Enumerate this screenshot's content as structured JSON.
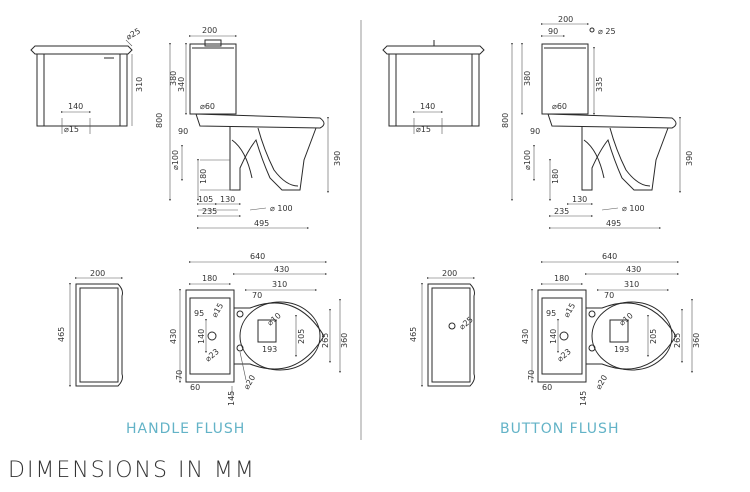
{
  "colors": {
    "line": "#2a2a2a",
    "dim": "#555555",
    "accent": "#63b3c7",
    "divider": "#999999"
  },
  "variants": [
    {
      "label": "HANDLE FLUSH",
      "tank_top_diameter": "⌀25",
      "tank_depth_label": "340",
      "second_dim": null
    },
    {
      "label": "BUTTON FLUSH",
      "tank_top_diameter": "⌀ 25",
      "tank_depth_label": "335",
      "second_dim": "90"
    }
  ],
  "dims": {
    "tank_front": {
      "height": "310",
      "spacing": "140",
      "hole": "⌀15"
    },
    "side": {
      "tank_width": "200",
      "tank_height": "380",
      "overall_height": "800",
      "inlet": "⌀60",
      "offset": "90",
      "outlet": "⌀100",
      "outlet_height": "180",
      "bowl_height": "390",
      "b105": "105",
      "b130": "130",
      "b235": "235",
      "b495": "495",
      "pipe": "⌀ 100"
    },
    "plan": {
      "tank_width": "200",
      "tank_depth": "465",
      "overall_width": "640",
      "w430": "430",
      "w180": "180",
      "w310": "310",
      "w70": "70",
      "d95": "95",
      "d430": "430",
      "d140": "140",
      "d205": "205",
      "d265": "265",
      "d360": "360",
      "d193": "193",
      "d60": "60",
      "d145": "145",
      "d70": "70",
      "dia15": "⌀15",
      "dia10": "⌀10",
      "dia23": "⌀23",
      "dia20": "⌀20",
      "dia25": "⌀25"
    }
  },
  "footer": "DIMENSIONS IN MM"
}
